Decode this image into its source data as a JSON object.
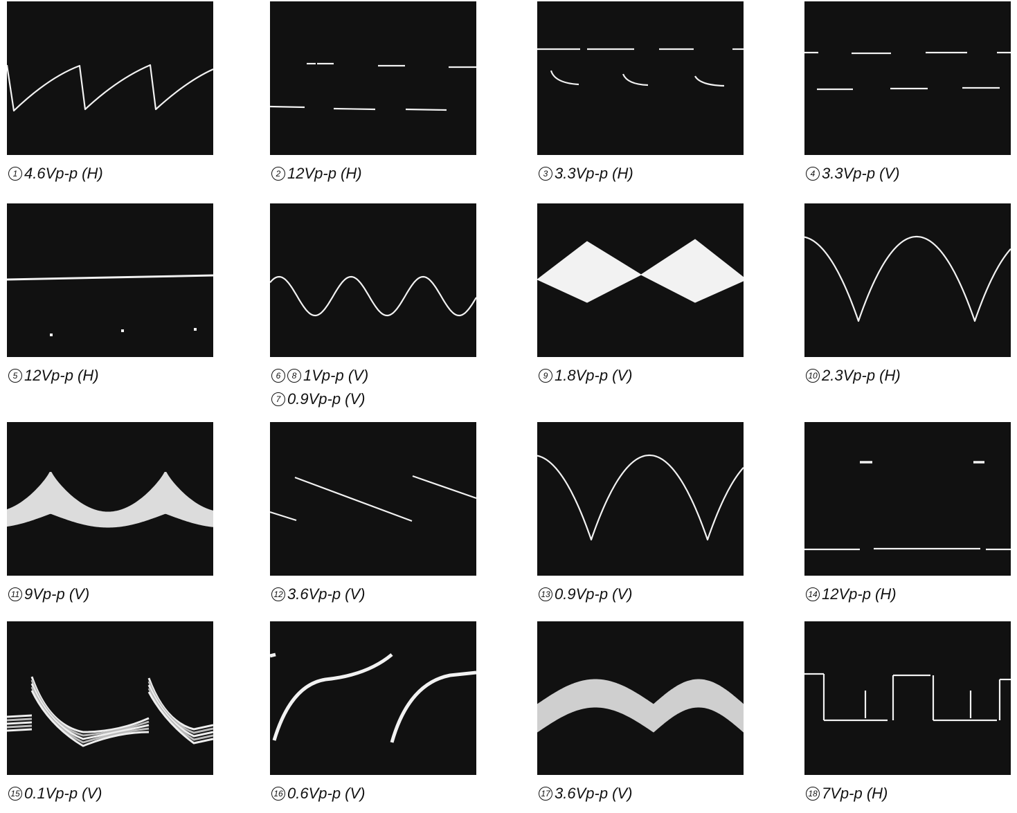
{
  "panels": [
    {
      "badges": [
        "1"
      ],
      "label": "4.6Vp-p (H)",
      "wave": "sawtooth-rising"
    },
    {
      "badges": [
        "2"
      ],
      "label": "12Vp-p (H)",
      "wave": "pulse-narrow-high"
    },
    {
      "badges": [
        "3"
      ],
      "label": "3.3Vp-p (H)",
      "wave": "square-droop"
    },
    {
      "badges": [
        "4"
      ],
      "label": "3.3Vp-p (V)",
      "wave": "dashed-two-level"
    },
    {
      "badges": [
        "5"
      ],
      "label": "12Vp-p (H)",
      "wave": "flat-line"
    },
    {
      "badges": [
        "6",
        "8"
      ],
      "label": "1Vp-p (V)",
      "badges2": [
        "7"
      ],
      "label2": "0.9Vp-p (V)",
      "wave": "sine"
    },
    {
      "badges": [
        "9"
      ],
      "label": "1.8Vp-p (V)",
      "wave": "diamond-envelope"
    },
    {
      "badges": [
        "10"
      ],
      "label": "2.3Vp-p (H)",
      "wave": "parabola-cusp"
    },
    {
      "badges": [
        "11"
      ],
      "label": "9Vp-p (V)",
      "wave": "wide-band-wave"
    },
    {
      "badges": [
        "12"
      ],
      "label": "3.6Vp-p (V)",
      "wave": "sawtooth-falling"
    },
    {
      "badges": [
        "13"
      ],
      "label": "0.9Vp-p (V)",
      "wave": "parabola-cusp"
    },
    {
      "badges": [
        "14"
      ],
      "label": "12Vp-p (H)",
      "wave": "pulse-sparse"
    },
    {
      "badges": [
        "15"
      ],
      "label": "0.1Vp-p (V)",
      "wave": "band-sawtooth-down"
    },
    {
      "badges": [
        "16"
      ],
      "label": "0.6Vp-p (V)",
      "wave": "exp-rise"
    },
    {
      "badges": [
        "17"
      ],
      "label": "3.6Vp-p (V)",
      "wave": "band-scallop"
    },
    {
      "badges": [
        "18"
      ],
      "label": "7Vp-p (H)",
      "wave": "square-spikes"
    }
  ],
  "colors": {
    "screen": "#111111",
    "trace": "#f2f2f2",
    "ink": "#111111"
  }
}
